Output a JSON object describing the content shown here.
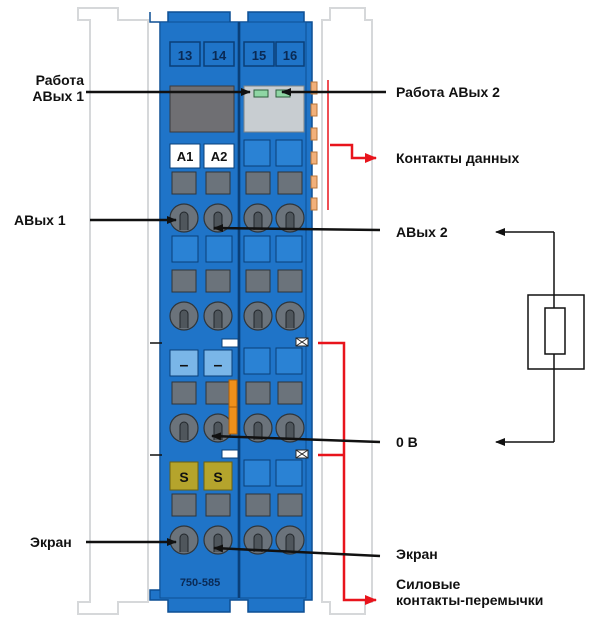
{
  "module": {
    "terminal_numbers": [
      "13",
      "14",
      "15",
      "16"
    ],
    "led_labels": [
      "A1",
      "A2"
    ],
    "minus_labels": [
      "–",
      "–"
    ],
    "shield_labels": [
      "S",
      "S"
    ],
    "part_number": "750-585"
  },
  "labels": {
    "aout1_run": [
      "Работа",
      "АВых 1"
    ],
    "aout2_run": "Работа АВых 2",
    "data_contacts": "Контакты данных",
    "aout1": "АВых 1",
    "aout2": "АВых 2",
    "zero_v": "0 В",
    "shield_left": "Экран",
    "shield_right": "Экран",
    "power_jumpers": [
      "Силовые",
      "контакты-перемычки"
    ]
  },
  "colors": {
    "module_blue": "#1f74c8",
    "module_dark": "#0d5aa8",
    "arrow_red": "#e8141c",
    "shield_yellow": "#b5a42c",
    "minus_light": "#7ab6e8",
    "screw_grey": "#6b737b",
    "orange_strip": "#f0901a"
  },
  "icons": [
    "resistor-load-icon",
    "jumper-contact-icon",
    "data-contact-icon",
    "screw-terminal-icon"
  ]
}
